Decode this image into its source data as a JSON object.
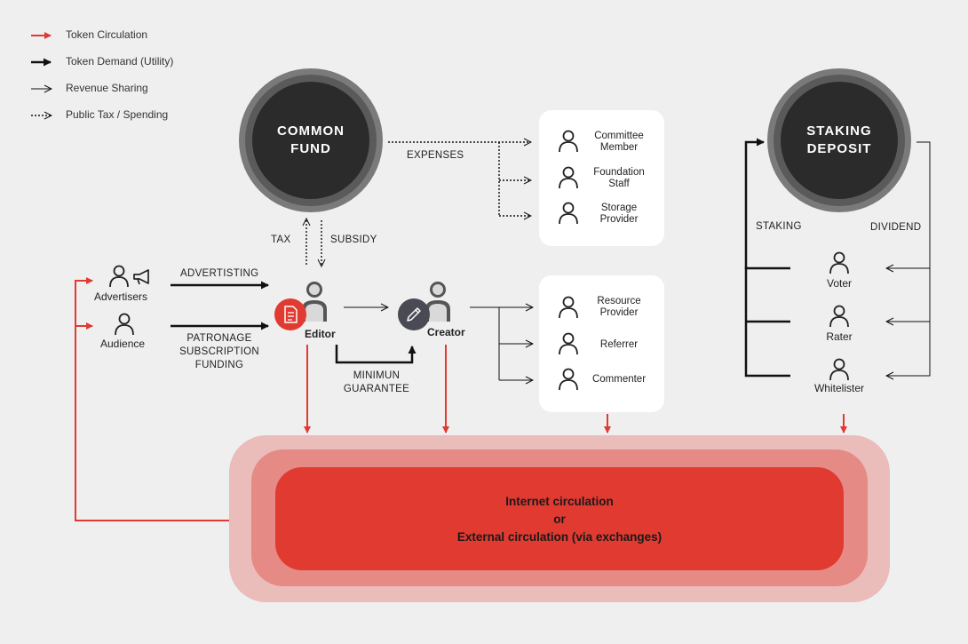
{
  "legend": [
    {
      "label": "Token Circulation",
      "style": "red-arrow",
      "color": "#e03a31"
    },
    {
      "label": "Token Demand (Utility)",
      "style": "bold-black-arrow",
      "color": "#111111"
    },
    {
      "label": "Revenue Sharing",
      "style": "thin-black-arrow",
      "color": "#111111"
    },
    {
      "label": "Public Tax / Spending",
      "style": "dotted-arrow",
      "color": "#111111"
    }
  ],
  "common_fund": {
    "line1": "COMMON",
    "line2": "FUND"
  },
  "staking_deposit": {
    "line1": "STAKING",
    "line2": "DEPOSIT"
  },
  "labels": {
    "expenses": "EXPENSES",
    "tax": "TAX",
    "subsidy": "SUBSIDY",
    "advertisting": "ADVERTISTING",
    "patronage": [
      "PATRONAGE",
      "SUBSCRIPTION",
      "FUNDING"
    ],
    "minimum_guarantee": [
      "MINIMUN",
      "GUARANTEE"
    ],
    "staking": "STAKING",
    "dividend": "DIVIDEND"
  },
  "actors": {
    "advertisers": "Advertisers",
    "audience": "Audience",
    "editor": "Editor",
    "creator": "Creator"
  },
  "staff_card": [
    {
      "line1": "Committee",
      "line2": "Member"
    },
    {
      "line1": "Foundation",
      "line2": "Staff"
    },
    {
      "line1": "Storage",
      "line2": "Provider"
    }
  ],
  "contrib_card": [
    {
      "line1": "Resource",
      "line2": "Provider"
    },
    {
      "line1": "Referrer",
      "line2": ""
    },
    {
      "line1": "Commenter",
      "line2": ""
    }
  ],
  "stakers": [
    "Voter",
    "Rater",
    "Whitelister"
  ],
  "circulation": {
    "line1": "Internet circulation",
    "line2": "or",
    "line3": "External circulation (via exchanges)"
  },
  "colors": {
    "red": "#e03a31",
    "dark": "#1f1f1f",
    "bg": "#efefef"
  }
}
